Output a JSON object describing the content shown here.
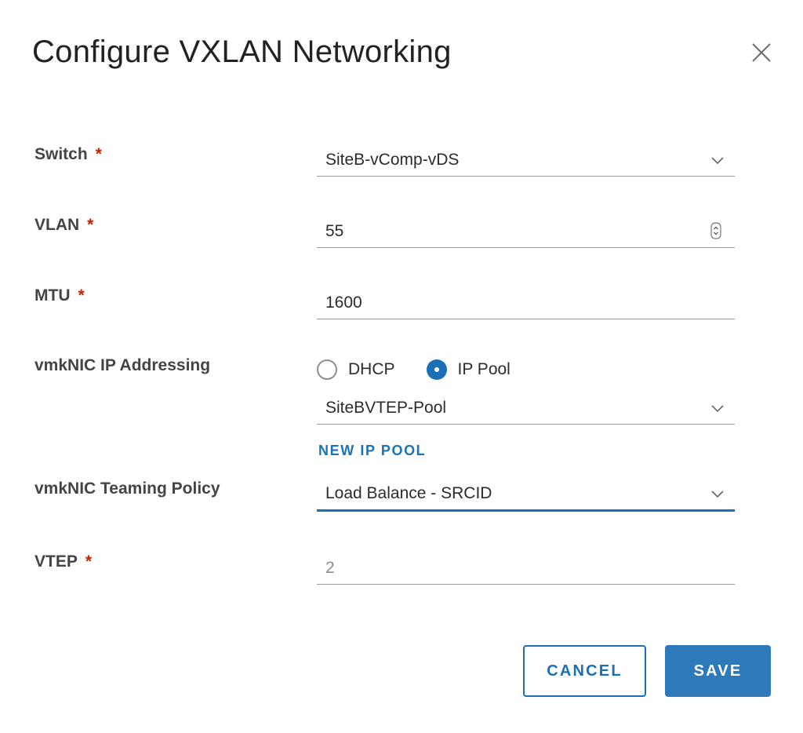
{
  "dialog": {
    "title": "Configure VXLAN Networking",
    "close_icon": "close-icon"
  },
  "form": {
    "switch": {
      "label": "Switch",
      "required": "*",
      "value": "SiteB-vComp-vDS"
    },
    "vlan": {
      "label": "VLAN",
      "required": "*",
      "value": "55"
    },
    "mtu": {
      "label": "MTU",
      "required": "*",
      "value": "1600"
    },
    "ip_addressing": {
      "label": "vmkNIC IP Addressing",
      "options": [
        {
          "label": "DHCP",
          "checked": false
        },
        {
          "label": "IP Pool",
          "checked": true
        }
      ],
      "pool_value": "SiteBVTEP-Pool",
      "new_pool_link": "NEW IP POOL"
    },
    "teaming": {
      "label": "vmkNIC Teaming Policy",
      "value": "Load Balance - SRCID"
    },
    "vtep": {
      "label": "VTEP",
      "required": "*",
      "value": "2"
    }
  },
  "footer": {
    "cancel_label": "CANCEL",
    "save_label": "SAVE"
  },
  "colors": {
    "accent": "#1b70b5",
    "required": "#c92100",
    "primary_button": "#2d79b9"
  }
}
